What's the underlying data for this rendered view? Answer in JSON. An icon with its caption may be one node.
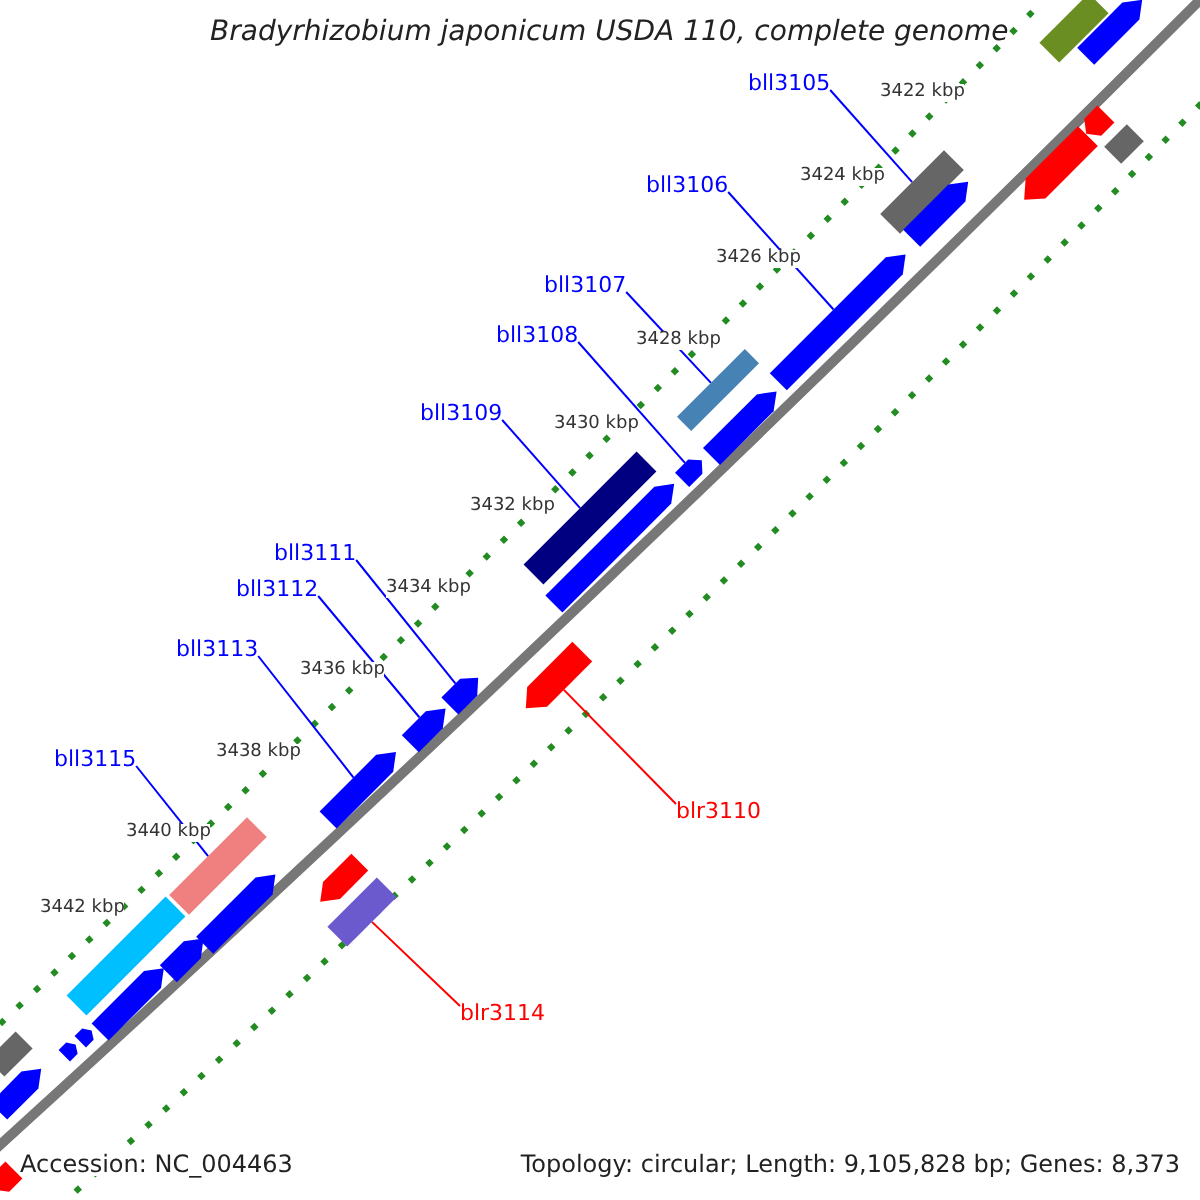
{
  "diagram": {
    "title": "Bradyrhizobium japonicum USDA 110, complete genome",
    "nodes": [
      {
        "text": [
          "bll3105"
        ]
      },
      {
        "text": [
          "bll3106"
        ]
      },
      {
        "text": [
          "bll3107"
        ]
      },
      {
        "text": [
          "bll3108"
        ]
      },
      {
        "text": [
          "bll3109"
        ]
      },
      {
        "text": [
          "bll3111"
        ]
      },
      {
        "text": [
          "bll3112"
        ]
      },
      {
        "text": [
          "bll3113"
        ]
      },
      {
        "text": [
          "bll3115"
        ]
      },
      {
        "text": [
          "blr3110"
        ]
      },
      {
        "text": [
          "blr3114"
        ]
      },
      {
        "text": [],
        "shape": "bar"
      },
      {
        "text": [],
        "shape": "bar"
      },
      {
        "text": [],
        "shape": "bar"
      },
      {
        "text": [],
        "shape": "bar"
      },
      {
        "text": [],
        "shape": "bar"
      },
      {
        "text": [],
        "shape": "bar"
      },
      {
        "text": [],
        "shape": "bar"
      },
      {
        "text": [],
        "shape": "bar"
      },
      {
        "text": [],
        "shape": "bar"
      },
      {
        "text": [],
        "shape": "bar"
      },
      {
        "text": [],
        "shape": "bar"
      },
      {
        "text": [],
        "shape": "bar"
      },
      {
        "text": [],
        "shape": "bar"
      },
      {
        "text": [],
        "shape": "bar"
      },
      {
        "text": [],
        "shape": "bar"
      },
      {
        "text": [],
        "shape": "bar"
      },
      {
        "text": [],
        "shape": "bar"
      },
      {
        "text": [],
        "shape": "bar"
      },
      {
        "text": [],
        "shape": "bar"
      },
      {
        "text": [],
        "shape": "bar"
      },
      {
        "text": [],
        "shape": "bar"
      },
      {
        "text": [],
        "shape": "bar"
      },
      {
        "text": [],
        "shape": "bar"
      },
      {
        "text": [],
        "shape": "bar"
      },
      {
        "text": [],
        "shape": "bar"
      },
      {
        "text": [],
        "shape": "bar"
      },
      {
        "text": [],
        "shape": "bar"
      },
      {
        "text": [],
        "shape": "bar"
      },
      {
        "text": [],
        "shape": "bar"
      }
    ],
    "edges": [
      {
        "from": 0,
        "to": 11,
        "arrow": "none"
      },
      {
        "from": 1,
        "to": 12,
        "arrow": "none"
      },
      {
        "from": 2,
        "to": 13,
        "arrow": "none"
      },
      {
        "from": 3,
        "to": 14,
        "arrow": "none"
      },
      {
        "from": 4,
        "to": 15,
        "arrow": "none"
      },
      {
        "from": 5,
        "to": 16,
        "arrow": "none"
      },
      {
        "from": 6,
        "to": 17,
        "arrow": "none"
      },
      {
        "from": 7,
        "to": 18,
        "arrow": "none"
      },
      {
        "from": 8,
        "to": 19,
        "arrow": "none"
      },
      {
        "from": 9,
        "to": 20,
        "arrow": "none",
        "color": "#ff0000"
      },
      {
        "from": 10,
        "to": 21,
        "arrow": "none",
        "color": "#ff0000"
      }
    ],
    "labels": [
      "3422 kbp",
      "3424 kbp",
      "3426 kbp",
      "3428 kbp",
      "3430 kbp",
      "3432 kbp",
      "3434 kbp",
      "3436 kbp",
      "3438 kbp",
      "3440 kbp",
      "3442 kbp",
      "Accession: NC_004463",
      "Topology: circular; Length: 9,105,828 bp; Genes: 8,373"
    ]
  }
}
